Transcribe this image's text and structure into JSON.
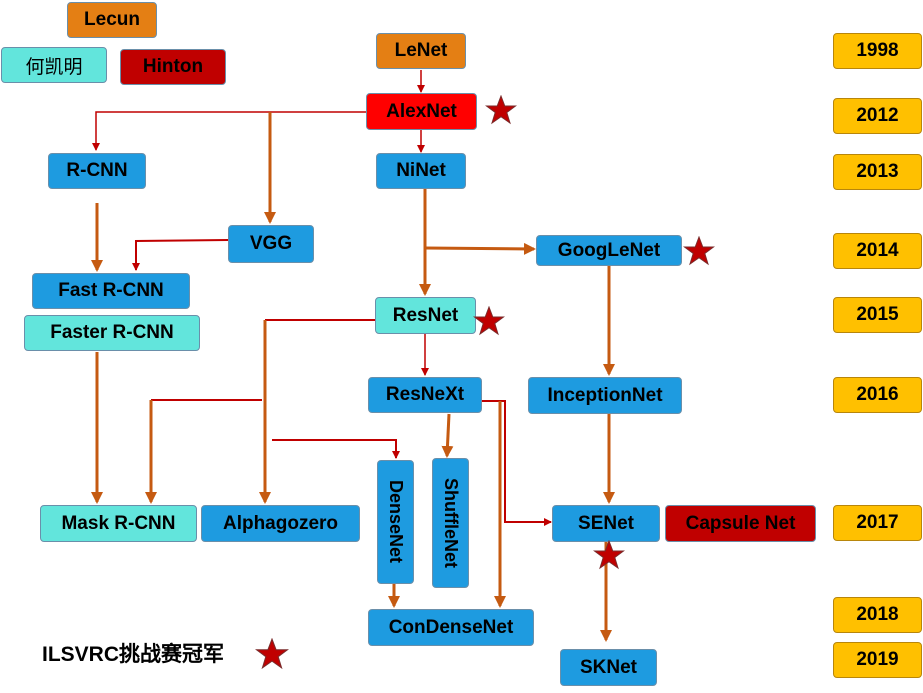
{
  "legend": {
    "lecun": "Lecun",
    "hekaiming": "何凯明",
    "hinton": "Hinton",
    "ilsvrc": "ILSVRC挑战赛冠军"
  },
  "years": [
    "1998",
    "2012",
    "2013",
    "2014",
    "2015",
    "2016",
    "2017",
    "2018",
    "2019"
  ],
  "nodes": {
    "lenet": "LeNet",
    "alexnet": "AlexNet",
    "ninet": "NiNet",
    "rcnn": "R-CNN",
    "vgg": "VGG",
    "fast_rcnn": "Fast R-CNN",
    "faster_rcnn": "Faster R-CNN",
    "googlenet": "GoogLeNet",
    "resnet": "ResNet",
    "resnext": "ResNeXt",
    "inceptionnet": "InceptionNet",
    "densenet": "DenseNet",
    "shufflenet": "ShuffleNet",
    "mask_rcnn": "Mask R-CNN",
    "alphagozero": "Alphagozero",
    "senet": "SENet",
    "capsule_net": "Capsule Net",
    "condensenet": "ConDenseNet",
    "sknet": "SKNet"
  },
  "colors": {
    "blue": "#1e9be0",
    "cyan": "#62e5dc",
    "orange": "#e47f14",
    "red": "#ff0000",
    "dark_red": "#c00000",
    "year": "#ffc000",
    "arrow_red": "#c00000",
    "arrow_brown": "#c55a11",
    "star": "#c00000"
  },
  "icons": [
    "star-icon"
  ]
}
